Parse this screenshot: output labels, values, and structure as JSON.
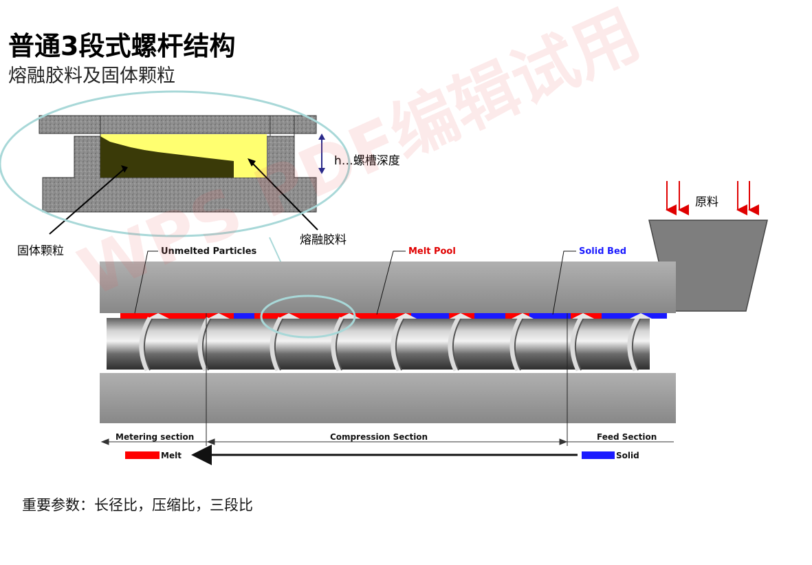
{
  "title": "普通3段式螺杆结构",
  "subtitle": "熔融胶料及固体颗粒",
  "labels": {
    "depth": "h…螺槽深度",
    "solid_particles": "固体颗粒",
    "molten": "熔融胶料",
    "raw_material": "原料",
    "unmelted": "Unmelted Particles",
    "melt_pool": "Melt Pool",
    "solid_bed": "Solid Bed",
    "metering": "Metering section",
    "compression": "Compression Section",
    "feed": "Feed Section",
    "melt_legend": "Melt",
    "solid_legend": "Solid"
  },
  "bottom_note": "重要参数：长径比，压缩比，三段比",
  "watermark": "WPS PDF编辑试用",
  "colors": {
    "melt": "#ff0000",
    "solid": "#1a1aff",
    "molten_fill": "#ffff70",
    "particle_fill": "#3a3a08",
    "barrel": "#8e8e8e",
    "highlight_ellipse": "#a8d8d8"
  }
}
